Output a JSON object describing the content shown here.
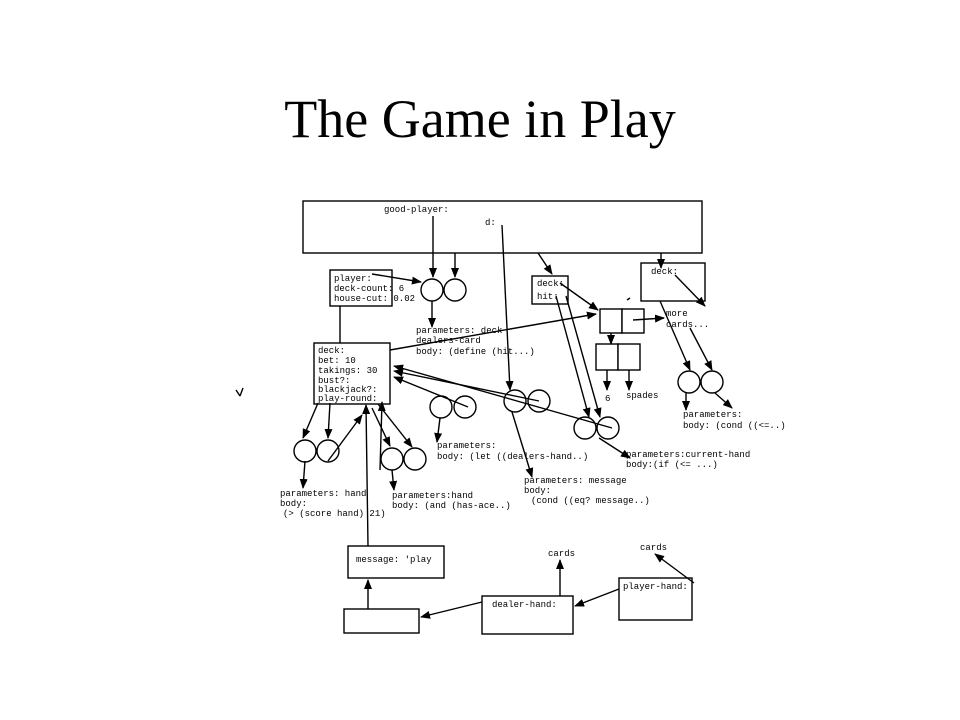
{
  "slide": {
    "title": "The Game in Play"
  },
  "diagram": {
    "good_player_label": "good-player:",
    "d_label": "d:",
    "player_box": [
      "player:",
      "deck-count: 6",
      "house-cut: 0.02"
    ],
    "deck_hit_box": [
      "deck:",
      "hit:"
    ],
    "deck_right_label": "deck:",
    "more_cards": [
      "more",
      "cards..."
    ],
    "main_box": [
      "deck:",
      "bet: 10",
      "takings: 30",
      "bust?:",
      "blackjack?:",
      "play-round:"
    ],
    "params_deck": [
      "parameters: deck",
      "dealers-card",
      "body: (define (hit...)"
    ],
    "six_label": "6",
    "spades_label": "spades",
    "params_cond_le": [
      "parameters:",
      "body: (cond ((<=..)"
    ],
    "params_current_hand": [
      "parameters:current-hand",
      "body:(if (<= ...)"
    ],
    "params_let": [
      "parameters:",
      "body: (let ((dealers-hand..)"
    ],
    "params_message": [
      "parameters: message",
      "body:",
      "(cond ((eq? message..)"
    ],
    "params_hand_score": [
      "parameters: hand",
      "body:",
      "(> (score hand) 21)"
    ],
    "params_hand_ace": [
      "parameters:hand",
      "body: (and (has-ace..)"
    ],
    "message_label": "message: 'play",
    "cards_center": "cards",
    "cards_right": "cards",
    "dealer_hand_label": "dealer-hand:",
    "player_hand_label": "player-hand:"
  }
}
